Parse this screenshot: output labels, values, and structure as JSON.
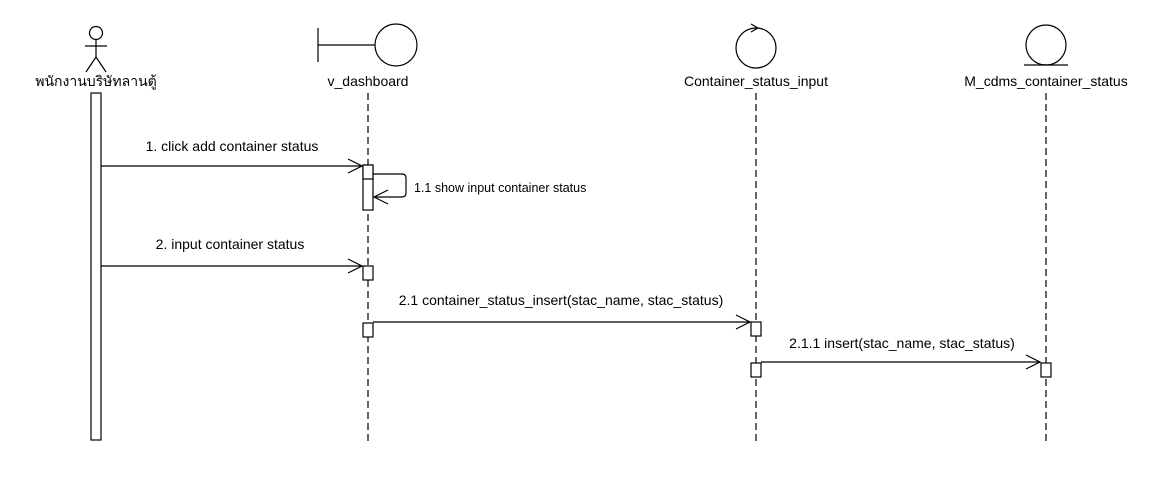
{
  "participants": [
    {
      "id": "actor",
      "label": "พนักงานบริษัทลานตู้",
      "kind": "actor"
    },
    {
      "id": "boundary",
      "label": "v_dashboard",
      "kind": "boundary"
    },
    {
      "id": "control",
      "label": "Container_status_input",
      "kind": "control"
    },
    {
      "id": "entity",
      "label": "M_cdms_container_status",
      "kind": "entity"
    }
  ],
  "messages": [
    {
      "label": "1. click add container status",
      "from": "actor",
      "to": "boundary"
    },
    {
      "label": "1.1 show input container status",
      "from": "boundary",
      "to": "boundary"
    },
    {
      "label": "2. input container status",
      "from": "actor",
      "to": "boundary"
    },
    {
      "label": "2.1 container_status_insert(stac_name, stac_status)",
      "from": "boundary",
      "to": "control"
    },
    {
      "label": "2.1.1 insert(stac_name, stac_status)",
      "from": "control",
      "to": "entity"
    }
  ]
}
